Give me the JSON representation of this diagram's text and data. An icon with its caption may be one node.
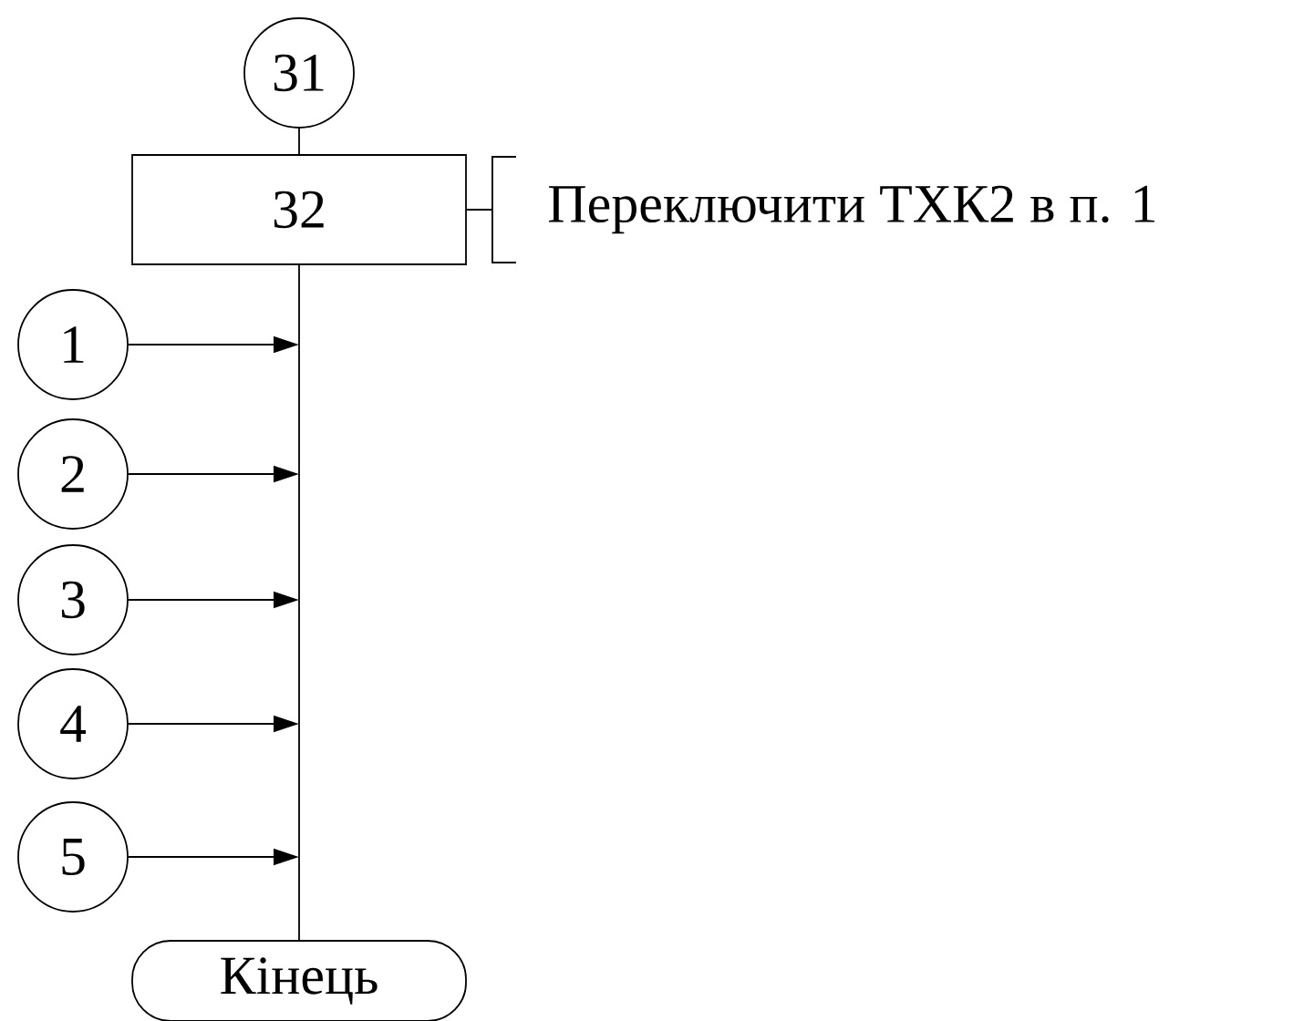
{
  "diagram": {
    "nodes": [
      {
        "text": [
          "31"
        ]
      },
      {
        "text": [
          "32"
        ],
        "beside": [
          "Переключити ТХК2 в п. 1"
        ]
      },
      {
        "text": [
          "1"
        ]
      },
      {
        "text": [
          "2"
        ]
      },
      {
        "text": [
          "3"
        ]
      },
      {
        "text": [
          "4"
        ]
      },
      {
        "text": [
          "5"
        ]
      },
      {
        "text": [
          "Кінець"
        ]
      }
    ],
    "edges": [
      {
        "from": 0,
        "to": 1,
        "arrow": "none"
      },
      {
        "from": 1,
        "to": 7,
        "arrow": "none"
      },
      {
        "from": 2,
        "to": null,
        "arrow": "to"
      },
      {
        "from": 3,
        "to": null,
        "arrow": "to"
      },
      {
        "from": 4,
        "to": null,
        "arrow": "to"
      },
      {
        "from": 5,
        "to": null,
        "arrow": "to"
      },
      {
        "from": 6,
        "to": null,
        "arrow": "to"
      }
    ]
  }
}
